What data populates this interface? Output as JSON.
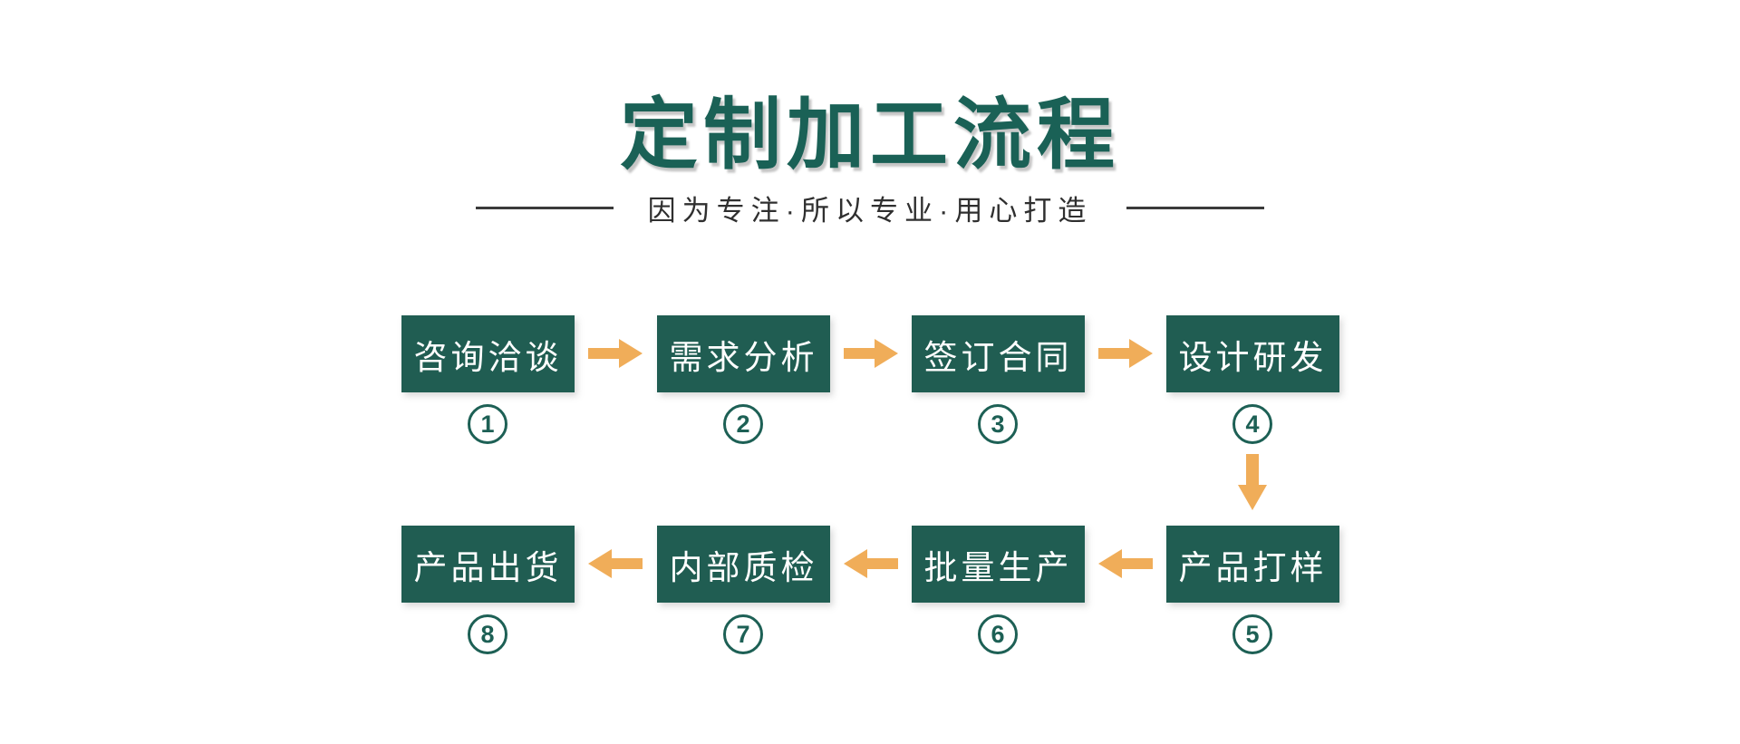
{
  "header": {
    "title": "定制加工流程",
    "subtitle": "因为专注·所以专业·用心打造"
  },
  "colors": {
    "brand_teal": "#1A6156",
    "box_teal": "#205D52",
    "circle_teal": "#1D6055",
    "arrow_orange": "#F0AD59",
    "subtitle_text": "#2F2F2F"
  },
  "flow": {
    "steps": [
      {
        "number": "1",
        "label": "咨询洽谈"
      },
      {
        "number": "2",
        "label": "需求分析"
      },
      {
        "number": "3",
        "label": "签订合同"
      },
      {
        "number": "4",
        "label": "设计研发"
      },
      {
        "number": "5",
        "label": "产品打样"
      },
      {
        "number": "6",
        "label": "批量生产"
      },
      {
        "number": "7",
        "label": "内部质检"
      },
      {
        "number": "8",
        "label": "产品出货"
      }
    ]
  }
}
